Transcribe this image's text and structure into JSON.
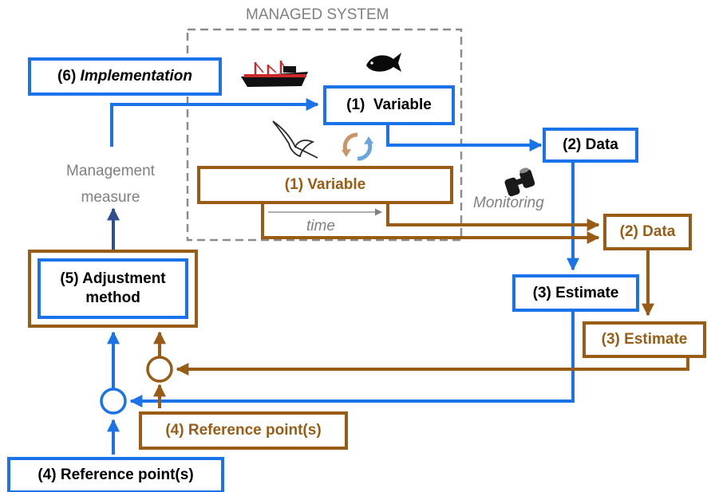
{
  "managed_system_label": "MANAGED SYSTEM",
  "implementation": {
    "prefix": "(6) ",
    "label": "Implementation"
  },
  "blue": {
    "variable": "(1)  Variable",
    "data": "(2) Data",
    "estimate": "(3) Estimate",
    "reference": "(4) Reference point(s)",
    "adjustment_line1": "(5) Adjustment",
    "adjustment_line2": "method"
  },
  "brown": {
    "variable": "(1) Variable",
    "data": "(2) Data",
    "estimate": "(3) Estimate",
    "reference": "(4) Reference point(s)"
  },
  "management_line1": "Management",
  "management_line2": "measure",
  "monitoring": "Monitoring",
  "time": "time",
  "colors": {
    "blue": "#1a73e8",
    "brown": "#995c16",
    "gray": "#808080",
    "dashed": "#8c8c8c",
    "dark_arrow": "#2f4f8f"
  },
  "icons": [
    "fishing-vessel-icon",
    "fish-icon",
    "seabird-icon",
    "cycle-arrows-icon",
    "binoculars-icon"
  ]
}
